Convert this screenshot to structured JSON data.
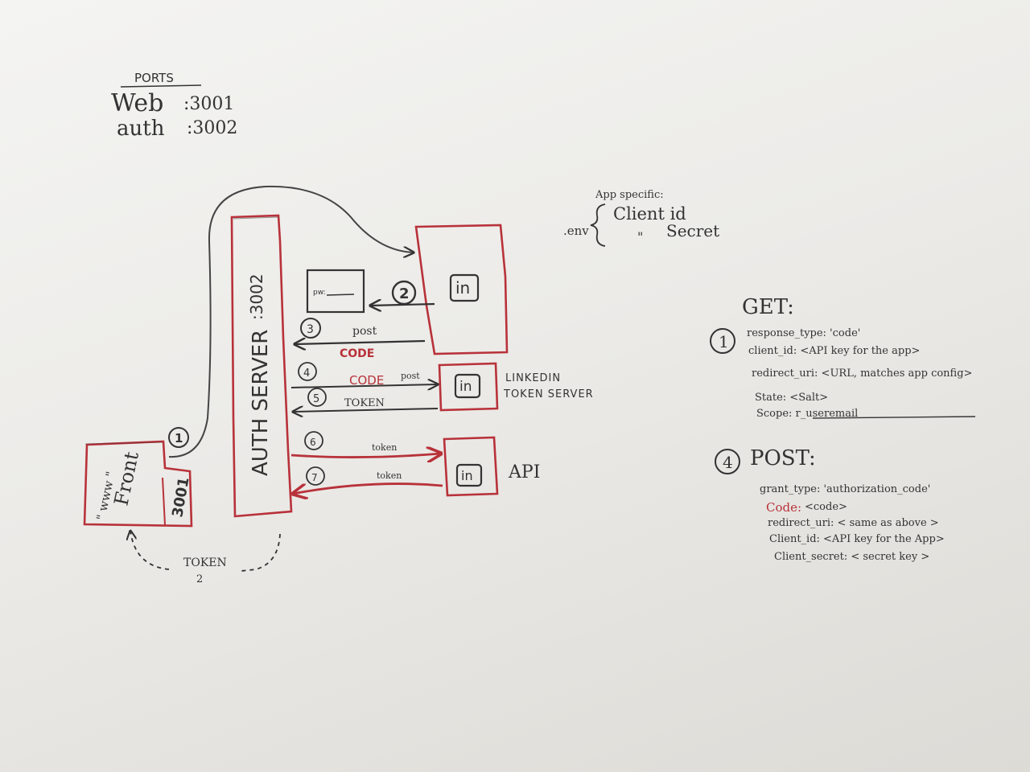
{
  "ports": {
    "title": "PORTS",
    "web_label": "Web",
    "web_port": ":3001",
    "auth_label": "auth",
    "auth_port": ":3002"
  },
  "env": {
    "prefix": ".env",
    "heading": "App specific:",
    "line1": "Client id",
    "ditto": "\"",
    "line2": "Secret"
  },
  "diagram": {
    "frontend_label": "Front",
    "frontend_sub": "\" www \"",
    "frontend_port": "3001",
    "auth_server_label": "AUTH SERVER",
    "auth_server_port": ":3002",
    "login_field_label": "pw:",
    "linkedin_logo": "in",
    "linkedin_token_label_1": "LINKEDIN",
    "linkedin_token_label_2": "TOKEN SERVER",
    "api_label": "API",
    "step1": "1",
    "step2": "2",
    "step3": "3",
    "step3_post": "post",
    "step3_code": "CODE",
    "step4": "4",
    "step4_code": "CODE",
    "step4_post": "post",
    "step5": "5",
    "step5_token": "TOKEN",
    "step6": "6",
    "step6_token": "token",
    "step7": "7",
    "step7_token": "token",
    "token2_label": "TOKEN",
    "token2_num": "2"
  },
  "get_request": {
    "title": "GET:",
    "step": "1",
    "line1": "response_type: 'code'",
    "line2": "client_id: <API key for the app>",
    "line3": "redirect_uri: <URL, matches app config>",
    "line4": "State: <Salt>",
    "line5": "Scope: r_useremail"
  },
  "post_request": {
    "title": "POST:",
    "step": "4",
    "line1": "grant_type: 'authorization_code'",
    "line2_key": "Code:",
    "line2_val": "<code>",
    "line3": "redirect_uri: < same as above >",
    "line4": "Client_id: <API key for the App>",
    "line5": "Client_secret: < secret key >"
  },
  "colors": {
    "marker_black": "#333333",
    "marker_red": "#b8323a",
    "board": "#efeeeb"
  }
}
